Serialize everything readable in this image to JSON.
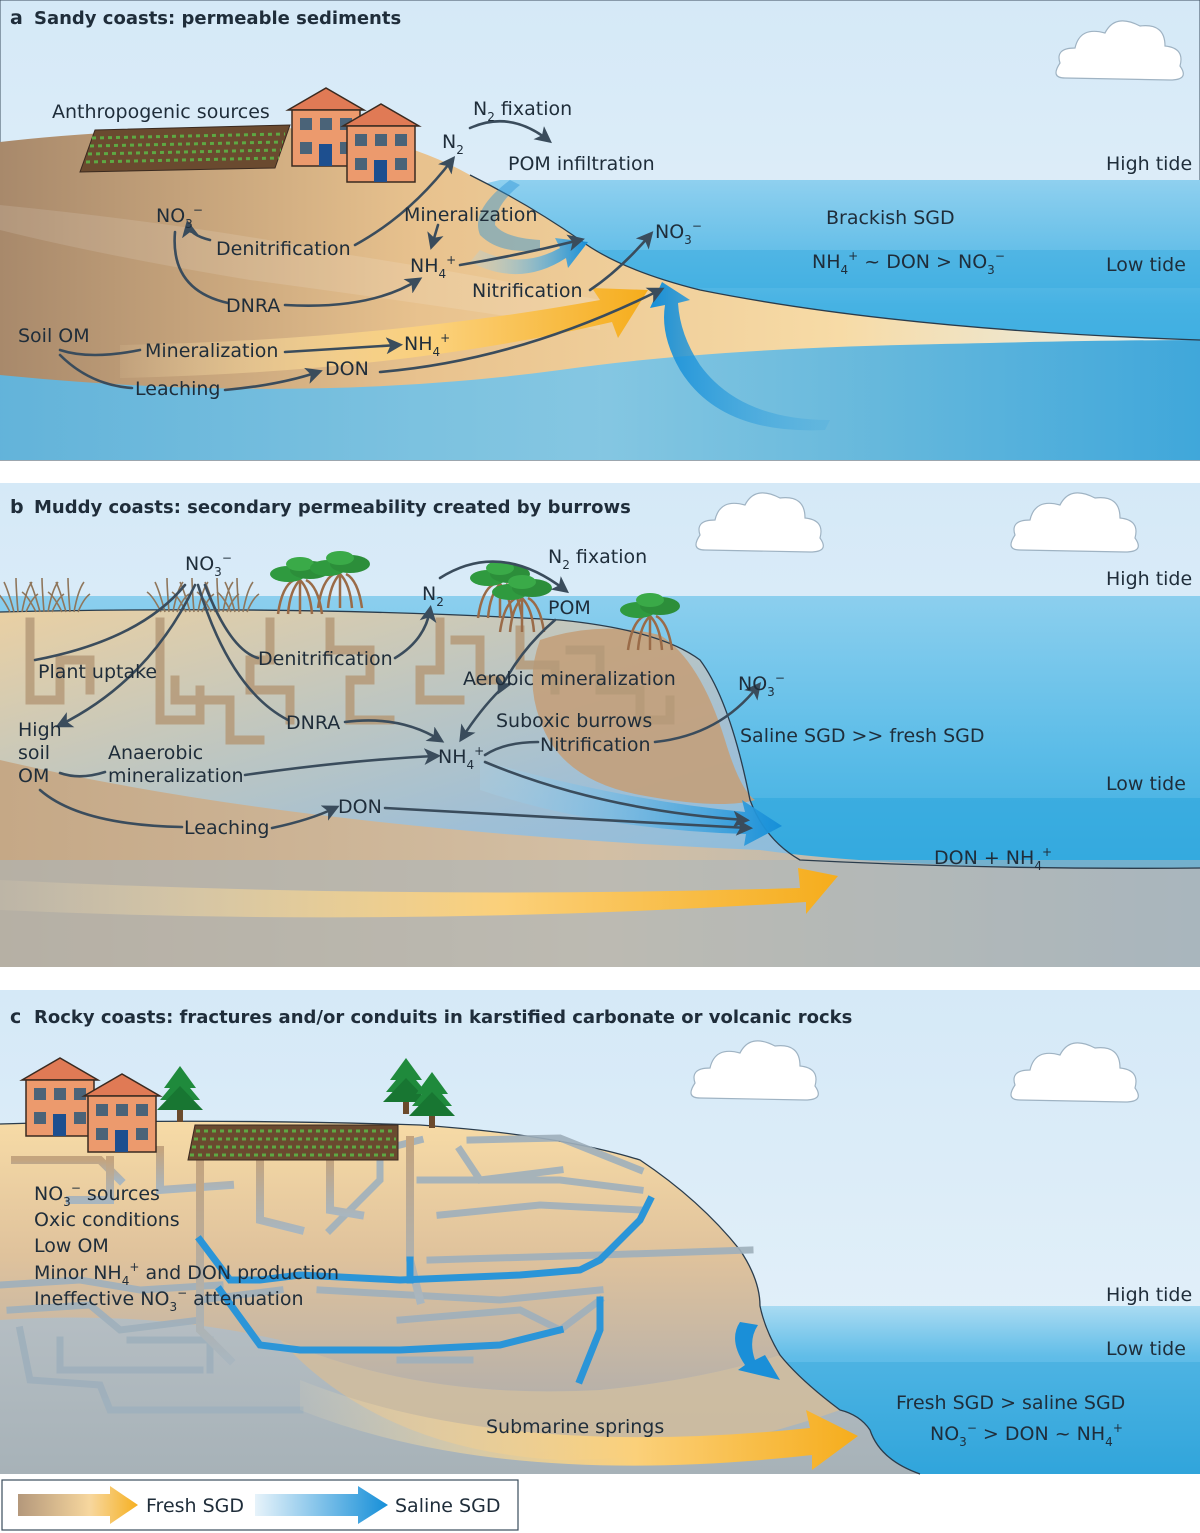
{
  "panels": {
    "a": {
      "letter": "a",
      "title": "Sandy coasts: permeable sediments",
      "anthro": "Anthropogenic sources",
      "n2": "N",
      "n2_sub": "2",
      "n2fix_n": "N",
      "n2fix_sub": "2",
      "n2fix_rest": " fixation",
      "pom": "POM infiltration",
      "high_tide": "High tide",
      "low_tide": "Low tide",
      "no3_left": "NO",
      "no3_left_sub": "3",
      "no3_left_sup": "−",
      "denit": "Denitrification",
      "mineral_upper": "Mineralization",
      "nh4_mid": "NH",
      "nh4_mid_sub": "4",
      "nh4_mid_sup": "+",
      "no3_right": "NO",
      "no3_right_sub": "3",
      "no3_right_sup": "−",
      "brackish": "Brackish SGD",
      "ratio_p1": "NH",
      "ratio_sub1": "4",
      "ratio_sup1": "+",
      "ratio_p2": " ~ DON > NO",
      "ratio_sub2": "3",
      "ratio_sup2": "−",
      "dnra": "DNRA",
      "nitrif": "Nitrification",
      "soil_om": "Soil OM",
      "mineral_lower": "Mineralization",
      "nh4_low": "NH",
      "nh4_low_sub": "4",
      "nh4_low_sup": "+",
      "leaching": "Leaching",
      "don": "DON"
    },
    "b": {
      "letter": "b",
      "title": "Muddy coasts: secondary permeability created by burrows",
      "no3_top": "NO",
      "no3_top_sub": "3",
      "no3_top_sup": "−",
      "n2fix_n": "N",
      "n2fix_sub": "2",
      "n2fix_rest": " fixation",
      "n2": "N",
      "n2_sub": "2",
      "pom": "POM",
      "high_tide": "High tide",
      "low_tide": "Low tide",
      "plant_uptake": "Plant uptake",
      "denit": "Denitrification",
      "aerobic": "Aerobic mineralization",
      "no3_right": "NO",
      "no3_right_sub": "3",
      "no3_right_sup": "−",
      "high_soil_1": "High",
      "high_soil_2": "soil",
      "high_soil_3": "OM",
      "dnra": "DNRA",
      "suboxic": "Suboxic burrows",
      "saline_fresh": "Saline SGD >> fresh SGD",
      "anaerobic_1": "Anaerobic",
      "anaerobic_2": "mineralization",
      "nh4": "NH",
      "nh4_sub": "4",
      "nh4_sup": "+",
      "nitrif": "Nitrification",
      "leaching": "Leaching",
      "don": "DON",
      "don_nh4_p": "DON + NH",
      "don_nh4_sub": "4",
      "don_nh4_sup": "+"
    },
    "c": {
      "letter": "c",
      "title": "Rocky coasts: fractures and/or conduits in karstified carbonate or volcanic rocks",
      "no3_src_p": "NO",
      "no3_src_sub": "3",
      "no3_src_sup": "−",
      "no3_src_rest": " sources",
      "oxic": "Oxic conditions",
      "low_om": "Low OM",
      "minor_p1": "Minor NH",
      "minor_sub": "4",
      "minor_sup": "+",
      "minor_p2": " and DON production",
      "ineff_p1": "Ineffective NO",
      "ineff_sub": "3",
      "ineff_sup": "−",
      "ineff_p2": " attenuation",
      "high_tide": "High tide",
      "low_tide": "Low tide",
      "fresh_saline": "Fresh SGD > saline SGD",
      "ratio_p1": "NO",
      "ratio_sub1": "3",
      "ratio_sup1": "−",
      "ratio_p2": " > DON ~ NH",
      "ratio_sub2": "4",
      "ratio_sup2": "+",
      "springs": "Submarine springs"
    }
  },
  "legend": {
    "fresh": "Fresh SGD",
    "saline": "Saline SGD"
  },
  "colors": {
    "sky": "#dcedf8",
    "sea": "#2fa8df",
    "sand": "#f6d49a",
    "soil": "#b59675",
    "fresh_arrow": "#f8b729",
    "saline_arrow": "#1a8fd8",
    "rock_gray": "#a9b4bb",
    "text": "#1f2d3a"
  },
  "icons": [
    "house-icon",
    "crop-field-icon",
    "cloud-icon",
    "mangrove-icon",
    "marsh-grass-icon",
    "pine-tree-icon"
  ]
}
